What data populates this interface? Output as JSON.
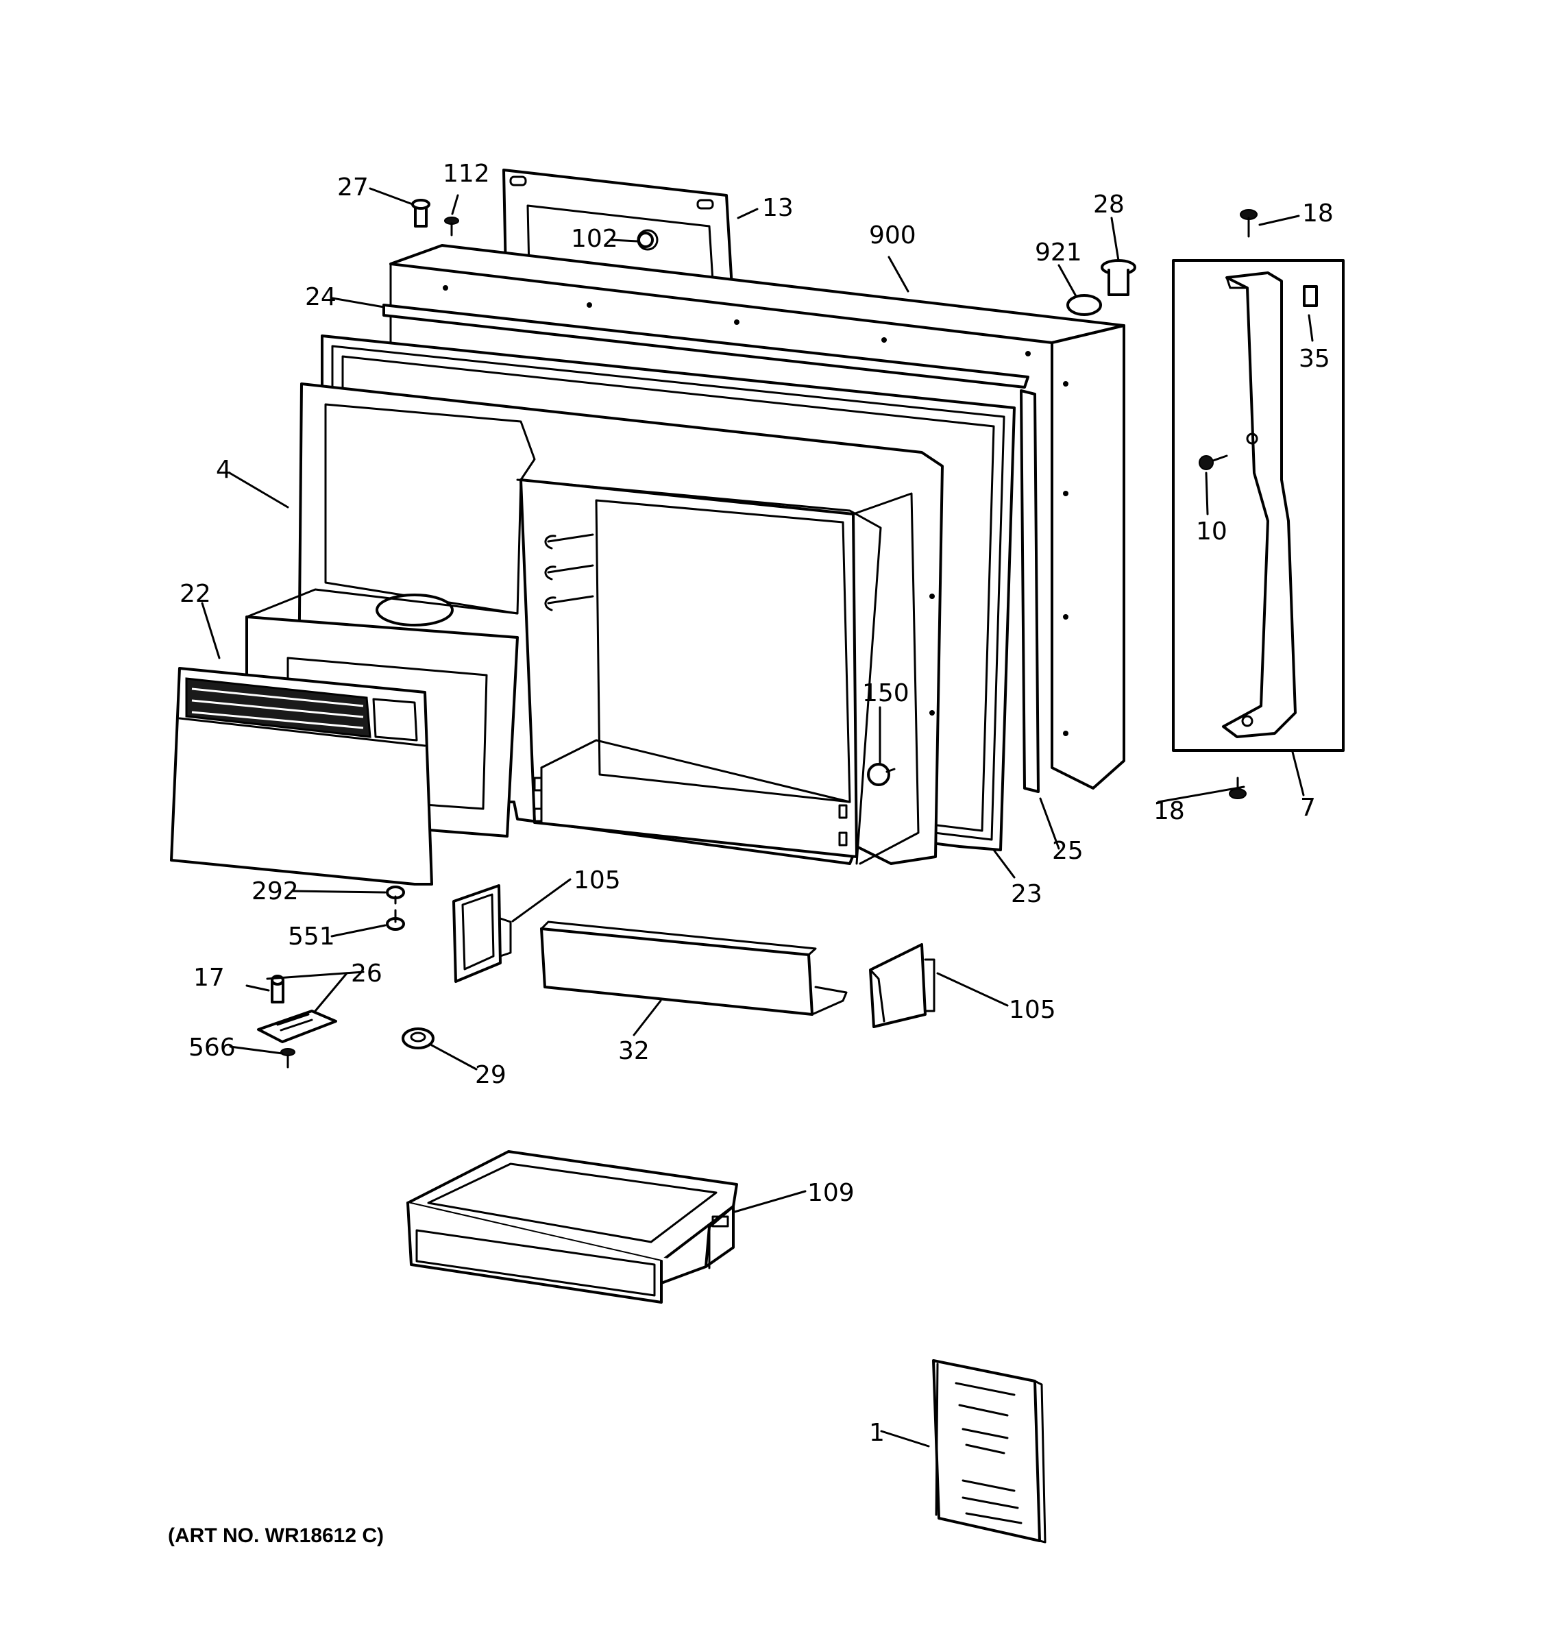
{
  "art_number": "(ART NO. WR18612 C)",
  "callouts": {
    "c1": "1",
    "c4": "4",
    "c7": "7",
    "c10": "10",
    "c13": "13",
    "c17": "17",
    "c18a": "18",
    "c18b": "18",
    "c22": "22",
    "c23": "23",
    "c24": "24",
    "c25": "25",
    "c26": "26",
    "c27": "27",
    "c28": "28",
    "c29": "29",
    "c32": "32",
    "c35": "35",
    "c102": "102",
    "c105a": "105",
    "c105b": "105",
    "c109": "109",
    "c112": "112",
    "c150": "150",
    "c292": "292",
    "c551": "551",
    "c566": "566",
    "c900": "900",
    "c921": "921"
  }
}
